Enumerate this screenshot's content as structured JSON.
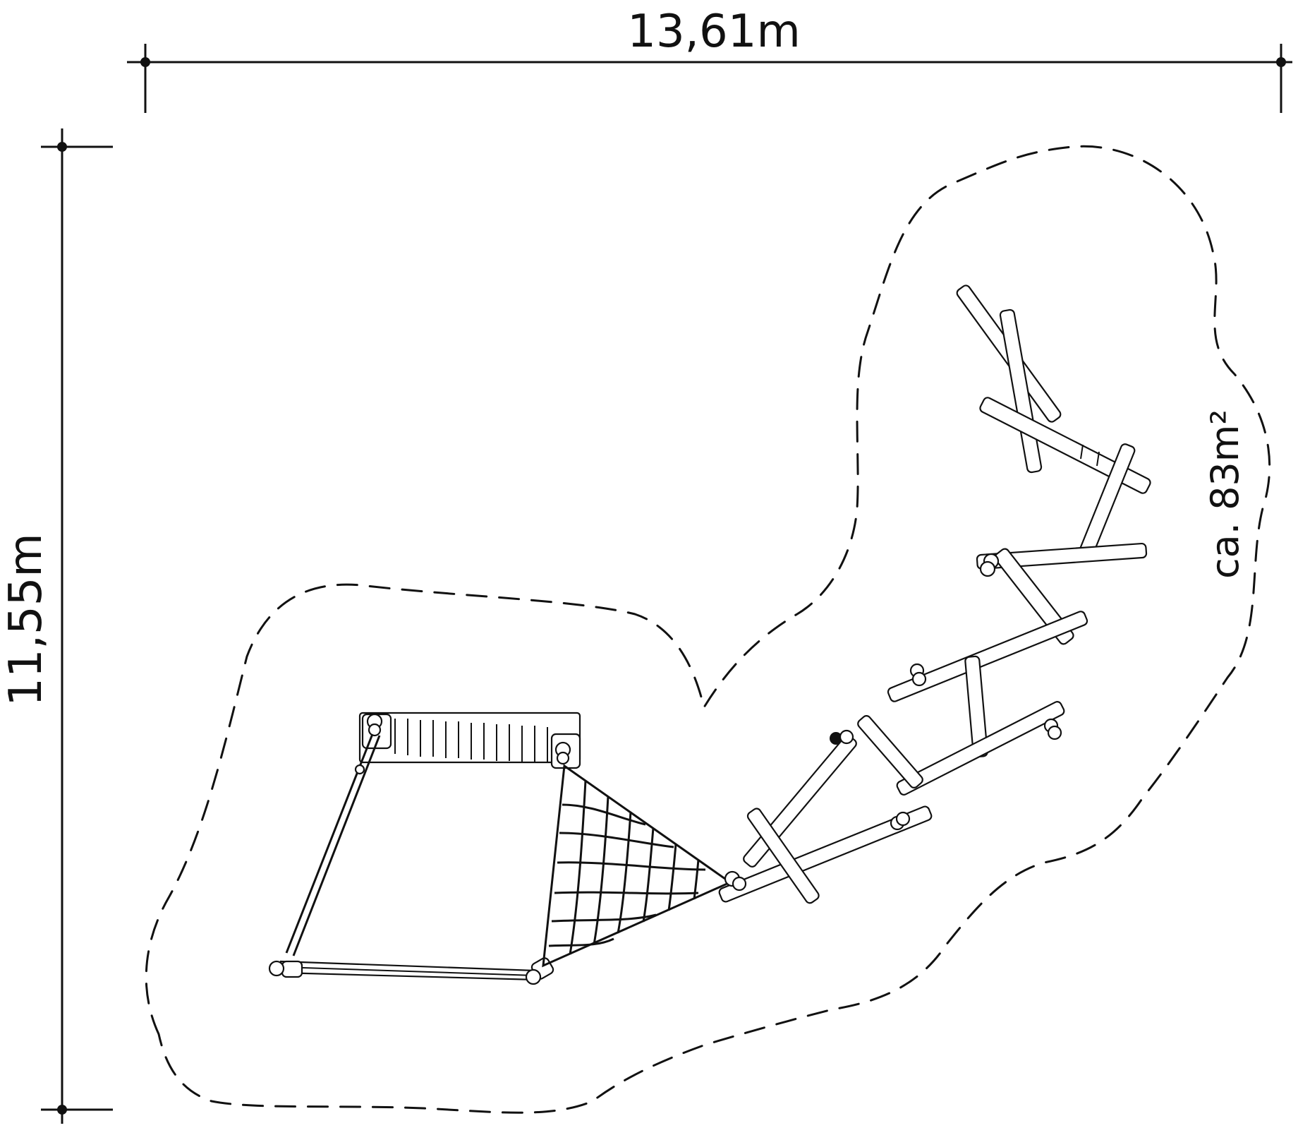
{
  "dimensions": {
    "width_label": "13,61m",
    "height_label": "11,55m"
  },
  "safety_area": {
    "label": "ca. 83m²"
  }
}
